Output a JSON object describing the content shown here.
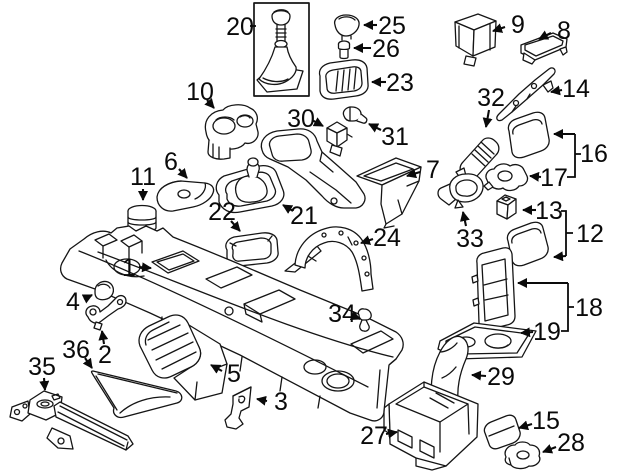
{
  "diagram": {
    "background_color": "#ffffff",
    "line_color": "#151515",
    "callout_color": "#0a0a0a"
  },
  "callouts": {
    "1": "1",
    "2": "2",
    "3": "3",
    "4": "4",
    "5": "5",
    "6": "6",
    "7": "7",
    "8": "8",
    "9": "9",
    "10": "10",
    "11": "11",
    "12": "12",
    "13": "13",
    "14": "14",
    "15": "15",
    "16": "16",
    "17": "17",
    "18": "18",
    "19": "19",
    "20": "20",
    "21": "21",
    "22": "22",
    "23": "23",
    "24": "24",
    "25": "25",
    "26": "26",
    "27": "27",
    "28": "28",
    "29": "29",
    "30": "30",
    "31": "31",
    "32": "32",
    "33": "33",
    "34": "34",
    "35": "35",
    "36": "36"
  }
}
